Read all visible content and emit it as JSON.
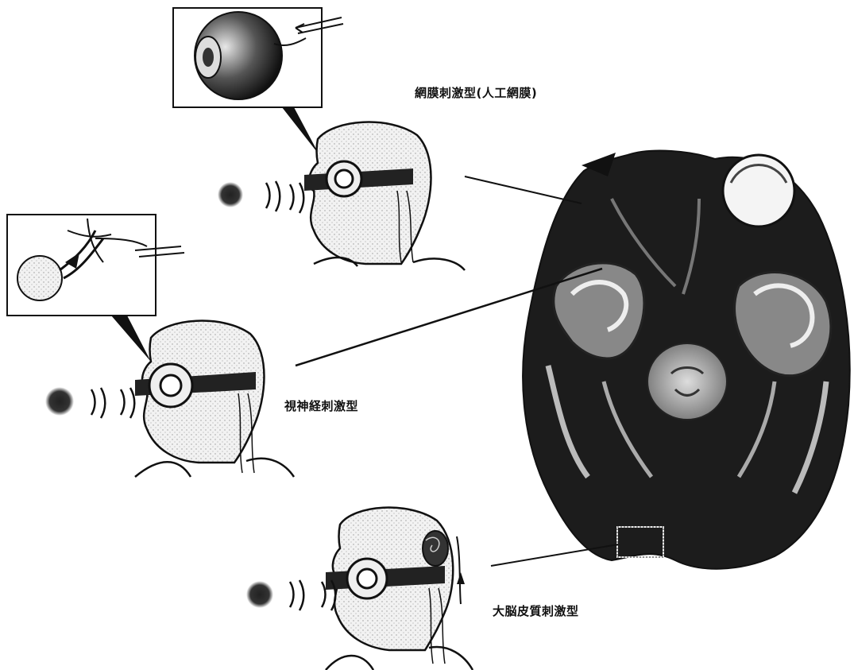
{
  "labels": {
    "retina_type": "網膜刺激型(人工網膜)",
    "optic_nerve_type": "視神経刺激型",
    "cortex_type": "大脳皮質刺激型"
  },
  "colors": {
    "ink": "#111111",
    "skin": "#eeeeee",
    "brain_dark": "#1a1a1a",
    "brain_mid": "#3a3a3a"
  },
  "figures": [
    {
      "name": "retina",
      "target": "retina"
    },
    {
      "name": "optic-nerve",
      "target": "optic-nerve"
    },
    {
      "name": "cortex",
      "target": "visual-cortex"
    }
  ]
}
